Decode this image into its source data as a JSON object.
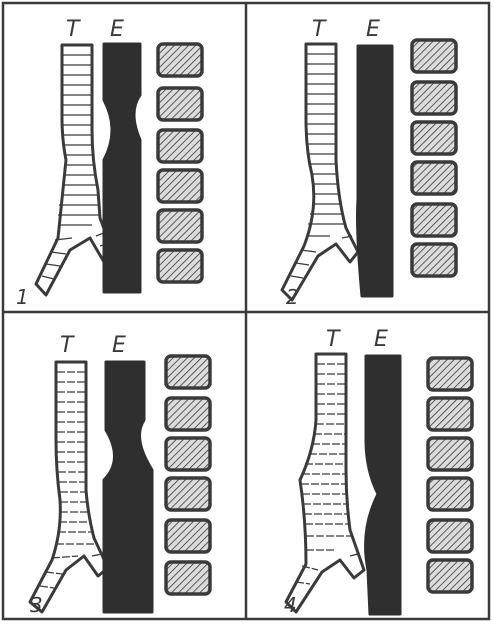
{
  "figure": {
    "panels": [
      {
        "number": "1",
        "trachea_label": "T",
        "esophagus_label": "E"
      },
      {
        "number": "2",
        "trachea_label": "T",
        "esophagus_label": "E"
      },
      {
        "number": "3",
        "trachea_label": "T",
        "esophagus_label": "E"
      },
      {
        "number": "4",
        "trachea_label": "T",
        "esophagus_label": "E"
      }
    ],
    "colors": {
      "ink": "#3a3a3a",
      "esophagus_fill": "#2f2f2f",
      "vertebra_fill": "#d8d8d8",
      "paper": "#ffffff"
    }
  }
}
